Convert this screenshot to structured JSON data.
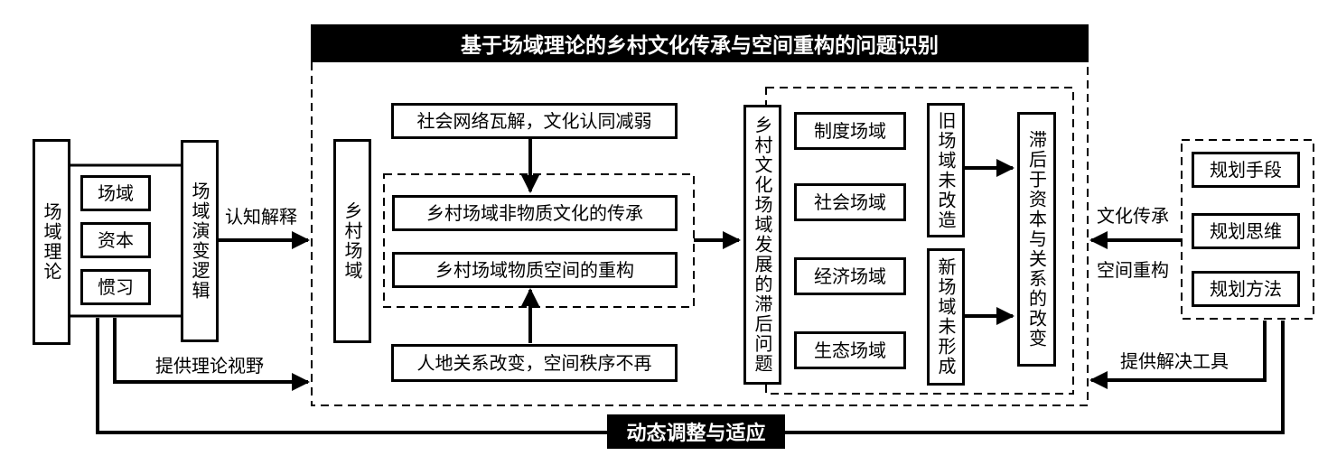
{
  "title": "基于场域理论的乡村文化传承与空间重构的问题识别",
  "footer": "动态调整与适应",
  "left": {
    "theory": "场域理论",
    "items": [
      "场域",
      "资本",
      "惯习"
    ],
    "logic": "场域演变逻辑",
    "arrow_label_top": "认知解释",
    "arrow_label_bottom": "提供理论视野"
  },
  "center": {
    "rural_field": "乡村场域",
    "top_problem": "社会网络瓦解，文化认同减弱",
    "inheritance": "乡村场域非物质文化的传承",
    "reconstruction": "乡村场域物质空间的重构",
    "bottom_problem": "人地关系改变，空间秩序不再",
    "lag_problem": "乡村文化场域发展的滞后问题",
    "fields": [
      "制度场域",
      "社会场域",
      "经济场域",
      "生态场域"
    ],
    "old_field": "旧场域未改造",
    "new_field": "新场域未形成",
    "lag_result": "滞后于资本与关系的改变"
  },
  "right": {
    "planning": [
      "规划手段",
      "规划思维",
      "规划方法"
    ],
    "arrow_label_top": "文化传承",
    "arrow_label_middle": "空间重构",
    "arrow_label_bottom": "提供解决工具"
  }
}
